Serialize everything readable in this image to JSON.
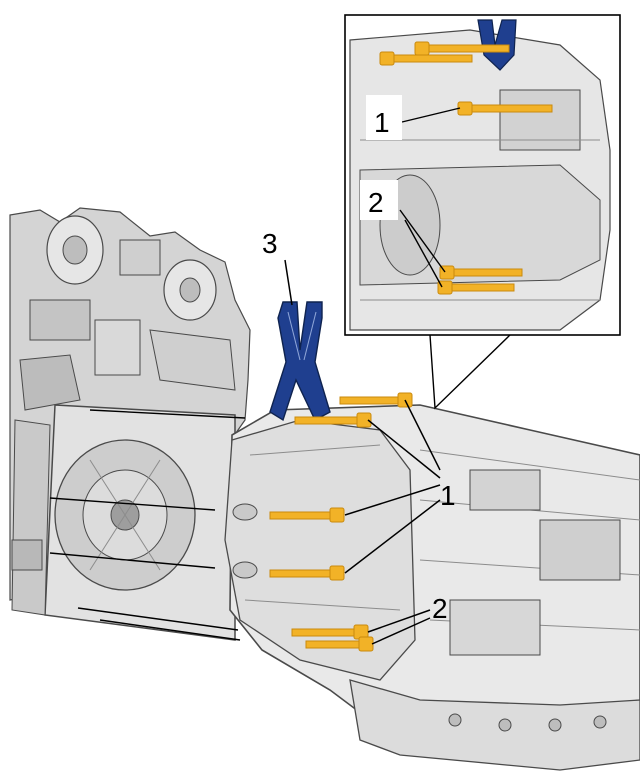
{
  "diagram": {
    "callouts": {
      "bolts_upper": "1",
      "bolts_lower": "2",
      "bracket": "3"
    },
    "inset": {
      "bolts_upper": "1",
      "bolts_lower": "2"
    },
    "colors": {
      "bolt": "#f2b227",
      "bolt_shadow": "#c98a0e",
      "bracket": "#1f3f8f",
      "metal_light": "#e9e9e9",
      "metal_mid": "#c9c9c9",
      "metal_dark": "#8c8c8c",
      "outline": "#4a4a4a",
      "leader": "#000000"
    }
  }
}
